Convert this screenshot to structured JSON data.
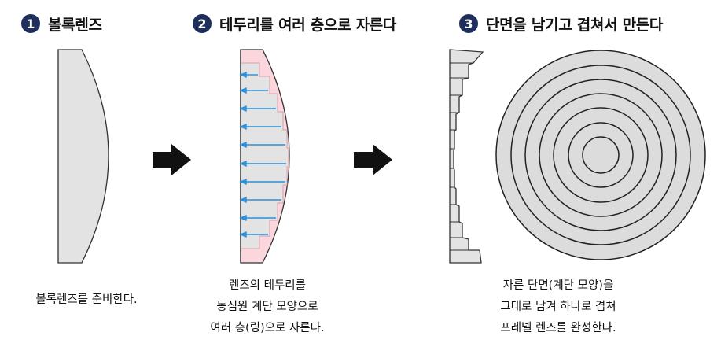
{
  "steps": [
    {
      "number": "1",
      "title": "볼록렌즈"
    },
    {
      "number": "2",
      "title": "테두리를 여러 층으로 자른다"
    },
    {
      "number": "3",
      "title": "단면을 남기고 겹쳐서 만든다"
    }
  ],
  "captions": {
    "step1": [
      "볼록렌즈를 준비한다."
    ],
    "step2": [
      "렌즈의 테두리를",
      "동심원 계단 모양으로",
      "여러 층(링)으로 자른다."
    ],
    "step3": [
      "자른 단면(계단 모양)을",
      "그대로 남겨 하나로 겹쳐",
      "프레넬 렌즈를 완성한다."
    ]
  },
  "colors": {
    "badge": "#1e2f5e",
    "lens_fill": "#e3e3e3",
    "cut_fill": "#fbd6dc",
    "cut_stroke": "#d9a0a8",
    "arrow_blue": "#2b8fd9",
    "arrow_black": "#111111"
  },
  "icons": [
    "arrow-right-icon",
    "arrow-right-icon"
  ]
}
